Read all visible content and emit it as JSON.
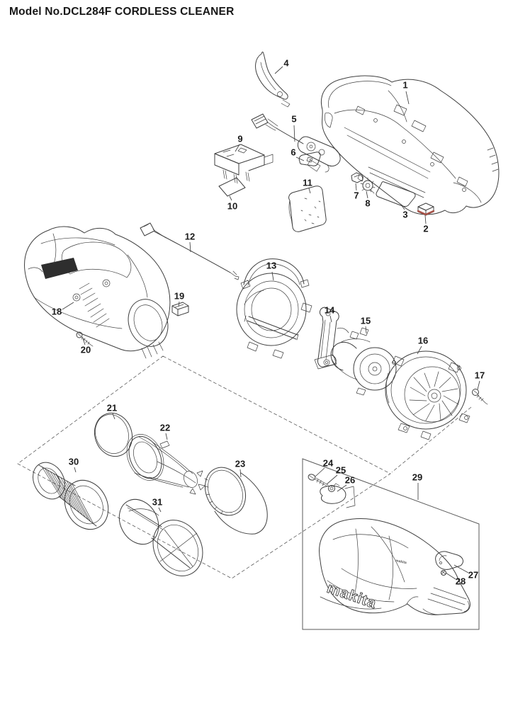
{
  "page": {
    "title": "Model No.DCL284F CORDLESS CLEANER"
  },
  "diagram": {
    "type": "exploded-parts-diagram",
    "model_no": "DCL284F",
    "product_name": "CORDLESS CLEANER",
    "brand_logo_text": "makita",
    "brand_logo_small_text": "makita",
    "part_numbers": [
      "1",
      "2",
      "3",
      "4",
      "5",
      "6",
      "7",
      "8",
      "9",
      "10",
      "11",
      "12",
      "13",
      "14",
      "15",
      "16",
      "17",
      "18",
      "19",
      "20",
      "21",
      "22",
      "23",
      "24",
      "25",
      "26",
      "27",
      "28",
      "29",
      "30",
      "31"
    ],
    "colors": {
      "line": "#3f3f3f",
      "label_text": "#1b1b1b",
      "accent_red": "#a85248",
      "background": "#ffffff"
    }
  }
}
